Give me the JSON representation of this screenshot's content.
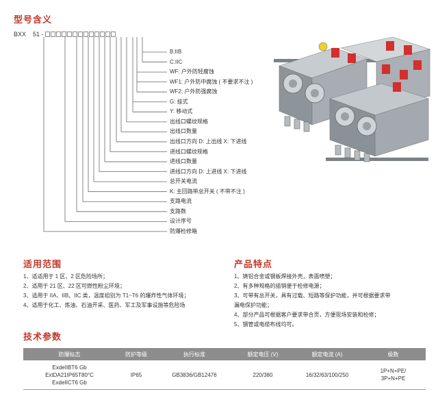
{
  "section_model": "型号含义",
  "model": {
    "prefix": "BXX",
    "series": "51 -",
    "box_count": 13
  },
  "labels": [
    "B:IIB",
    "C:IIC",
    "WF: 户外防轻腐蚀",
    "WF1: 户外防中腐蚀 ( 不要求不注 )",
    "WF2: 户外防强腐蚀",
    "G: 挂式",
    "Y: 移动式",
    "出线口螺纹规格",
    "出线口数量",
    "出线口方向   D: 上出线    X: 下进线",
    "进线口螺纹规格",
    "进线口数量",
    "进线口方向 D: 上进线    X: 下进线",
    "总开关电流",
    "K: 主回路带总开关 ( 不带不注 )",
    "支路电流",
    "支路数",
    "设计序号",
    "防爆检修箱"
  ],
  "section_scope": "适用范围",
  "scope_items": [
    "1、适适用于 1 区、2 区危险场所；",
    "2、适用于 21 区、22 区可燃性粉尘环境；",
    "3、适用于 IIA、IIB、IIC 类，温度组别为 T1~T6 的爆炸性气体环境；",
    "4、适用于化工、炼油、石油开采、医药、军工及军事设施等危险场"
  ],
  "section_features": "产品特点",
  "feature_items": [
    "1、铸铝合金或钢板焊接外壳，表面喷塑；",
    "2、有多种规格的插销便于检修电源；",
    "3、可带有总开关，具有过载、短路等保护功能，并可根据要求带",
    "   漏电保护功能；",
    "4、部分产品可根据客户要求带合页，方便现场安装和检修；",
    "5、钢管或电缆布线均可。"
  ],
  "section_params": "技术参数",
  "table": {
    "headers": [
      "防爆标志",
      "防护等级",
      "执行标准",
      "额定电压 (V)",
      "额定电流 (A)",
      "极数"
    ],
    "row": {
      "mark_1": "ExdeIIBT6 Gb",
      "mark_2": "ExtDA21IP65T80°C",
      "mark_3": "ExdeIICT6 Gb",
      "protection": "IP65",
      "standard": "GB3836/GB12476",
      "voltage": "220/380",
      "current": "16/32/63/100/250",
      "poles_1": "1P+N+PE/",
      "poles_2": "3P+N+PE"
    }
  },
  "colors": {
    "accent": "#c0392b",
    "table_header": "#8d8d8d",
    "box_body": "#9aa1a6",
    "switch_red": "#d32f2f"
  }
}
